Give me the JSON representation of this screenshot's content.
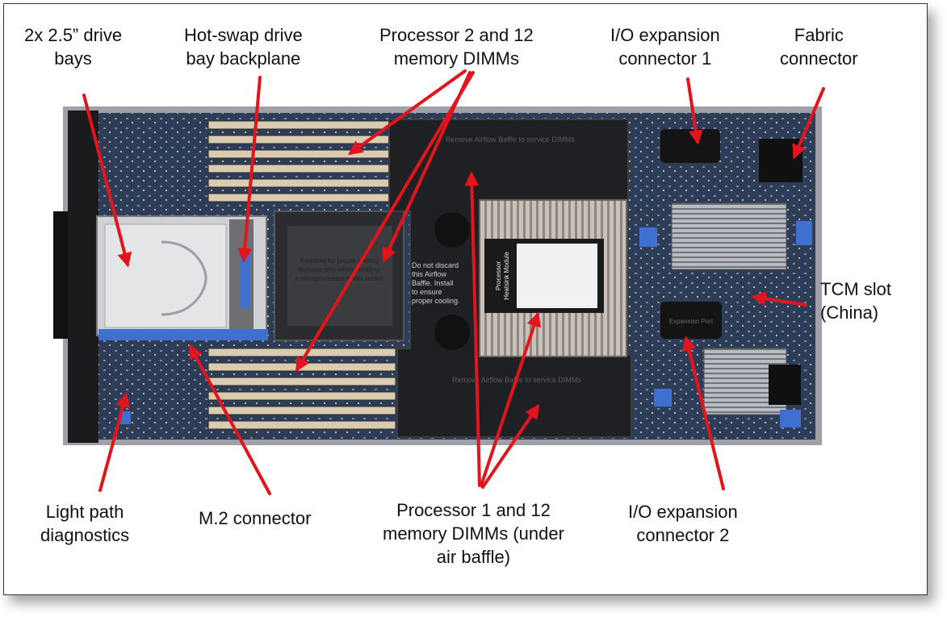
{
  "labels": {
    "drive_bays": [
      "2x 2.5” drive",
      "bays"
    ],
    "backplane": [
      "Hot-swap drive",
      "bay backplane"
    ],
    "proc2": [
      "Processor 2 and 12",
      "memory DIMMs"
    ],
    "io1": [
      "I/O expansion",
      "connector 1"
    ],
    "fabric": [
      "Fabric",
      "connector"
    ],
    "tcm": [
      "TCM slot",
      "(China)"
    ],
    "light_path": [
      "Light path",
      "diagnostics"
    ],
    "m2": [
      "M.2 connector"
    ],
    "proc1": [
      "Processor 1 and 12",
      "memory DIMMs (under",
      "air baffle)"
    ],
    "io2": [
      "I/O expansion",
      "connector 2"
    ]
  },
  "board_text": {
    "baffle_top": "Remove Airflow Baffle to service DIMMs",
    "baffle_bottom": "Remove Airflow Baffle to service DIMMs",
    "warning": [
      "Do not discard",
      "this Airflow",
      "Baffle. Install",
      "to ensure",
      "proper cooling."
    ],
    "cpu_cover": [
      "Required for proper cooling",
      "Remove only when installing",
      "a microprocessor in this socket"
    ],
    "heatsink": [
      "Processor",
      "Heatsink Module"
    ],
    "expansion_port": "Expansion Port"
  },
  "colors": {
    "arrow": "#e3141c",
    "pcb": "#2b3b55",
    "baffle": "#1f2124",
    "chassis": "#8c8f94",
    "touchpoint": "#3e6fd1"
  }
}
